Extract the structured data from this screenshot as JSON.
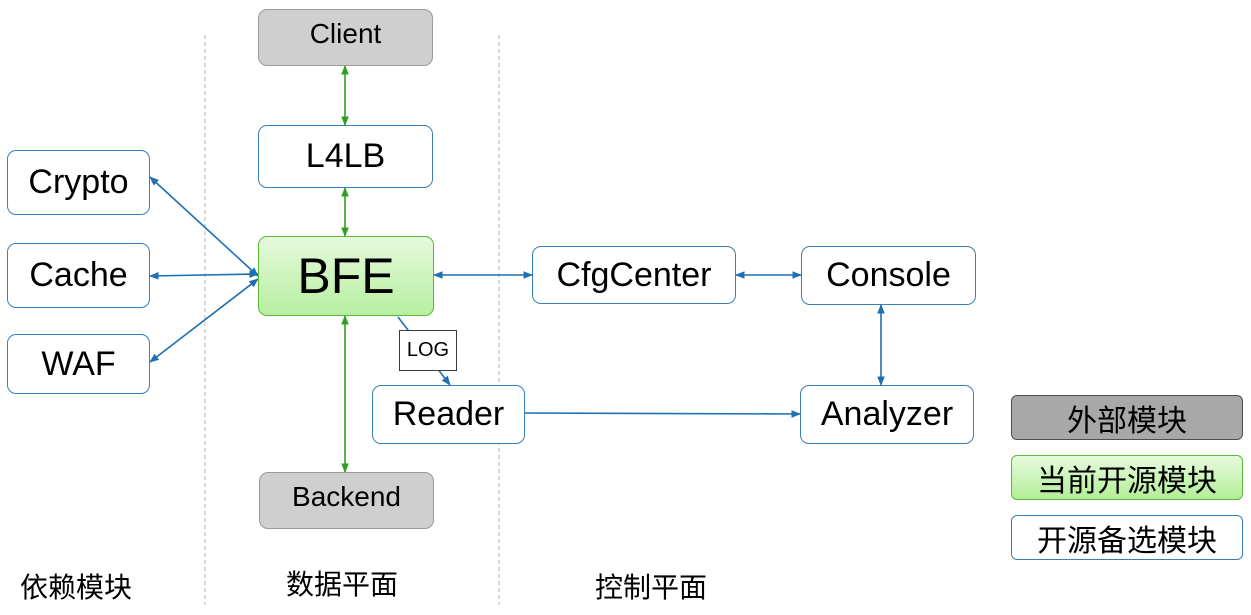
{
  "nodes": {
    "client": "Client",
    "l4lb": "L4LB",
    "bfe": "BFE",
    "backend": "Backend",
    "crypto": "Crypto",
    "cache": "Cache",
    "waf": "WAF",
    "cfgcenter": "CfgCenter",
    "console": "Console",
    "reader": "Reader",
    "analyzer": "Analyzer"
  },
  "log_tag": "LOG",
  "zones": {
    "dependency": "依赖模块",
    "data_plane": "数据平面",
    "control_plane": "控制平面"
  },
  "legend": {
    "external": "外部模块",
    "current_open_source": "当前开源模块",
    "candidate_open_source": "开源备选模块"
  },
  "colors": {
    "blue_connector": "#1f6fb2",
    "green_connector": "#2ea01f",
    "external_fill": "#cfcfcf",
    "current_fill": "#b7ef9f",
    "candidate_border": "#3a7fb5"
  }
}
